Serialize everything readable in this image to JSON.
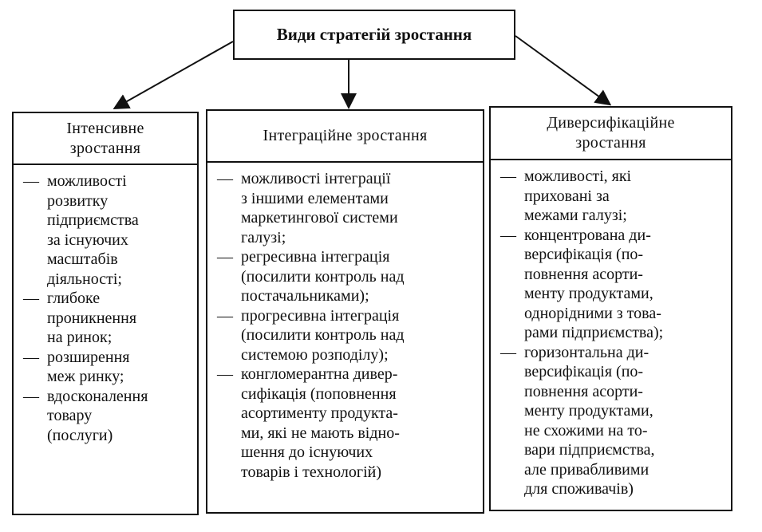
{
  "title": "Види стратегій зростання",
  "dash": "—",
  "columns": [
    {
      "header": [
        "Інтенсивне",
        "зростання"
      ],
      "items": [
        [
          "можливості",
          "розвитку",
          "підприємства",
          "за існуючих",
          "масштабів",
          "діяльності;"
        ],
        [
          "глибоке",
          "проникнення",
          "на ринок;"
        ],
        [
          "розширення",
          "меж ринку;"
        ],
        [
          "вдосконалення",
          "товару",
          "(послуги)"
        ]
      ]
    },
    {
      "header": [
        "Інтеграційне зростання"
      ],
      "items": [
        [
          "можливості інтеграції",
          "з іншими елементами",
          "маркетингової системи",
          "галузі;"
        ],
        [
          "регресивна інтеграція",
          "(посилити контроль над",
          "постачальниками);"
        ],
        [
          "прогресивна інтеграція",
          "(посилити контроль над",
          "системою розподілу);"
        ],
        [
          "конгломерантна дивер-",
          "сифікація (поповнення",
          "асортименту продукта-",
          "ми, які не мають відно-",
          "шення до існуючих",
          "товарів і технологій)"
        ]
      ]
    },
    {
      "header": [
        "Диверсифікаційне",
        "зростання"
      ],
      "items": [
        [
          "можливості, які",
          "приховані за",
          "межами галузі;"
        ],
        [
          "концентрована ди-",
          "версифікація (по-",
          "повнення асорти-",
          "менту продуктами,",
          "однорідними з това-",
          "рами підприємства);"
        ],
        [
          "горизонтальна ди-",
          "версифікація (по-",
          "повнення асорти-",
          "менту продуктами,",
          "не схожими на то-",
          "вари підприємства,",
          "але привабливими",
          "для споживачів)"
        ]
      ]
    }
  ]
}
